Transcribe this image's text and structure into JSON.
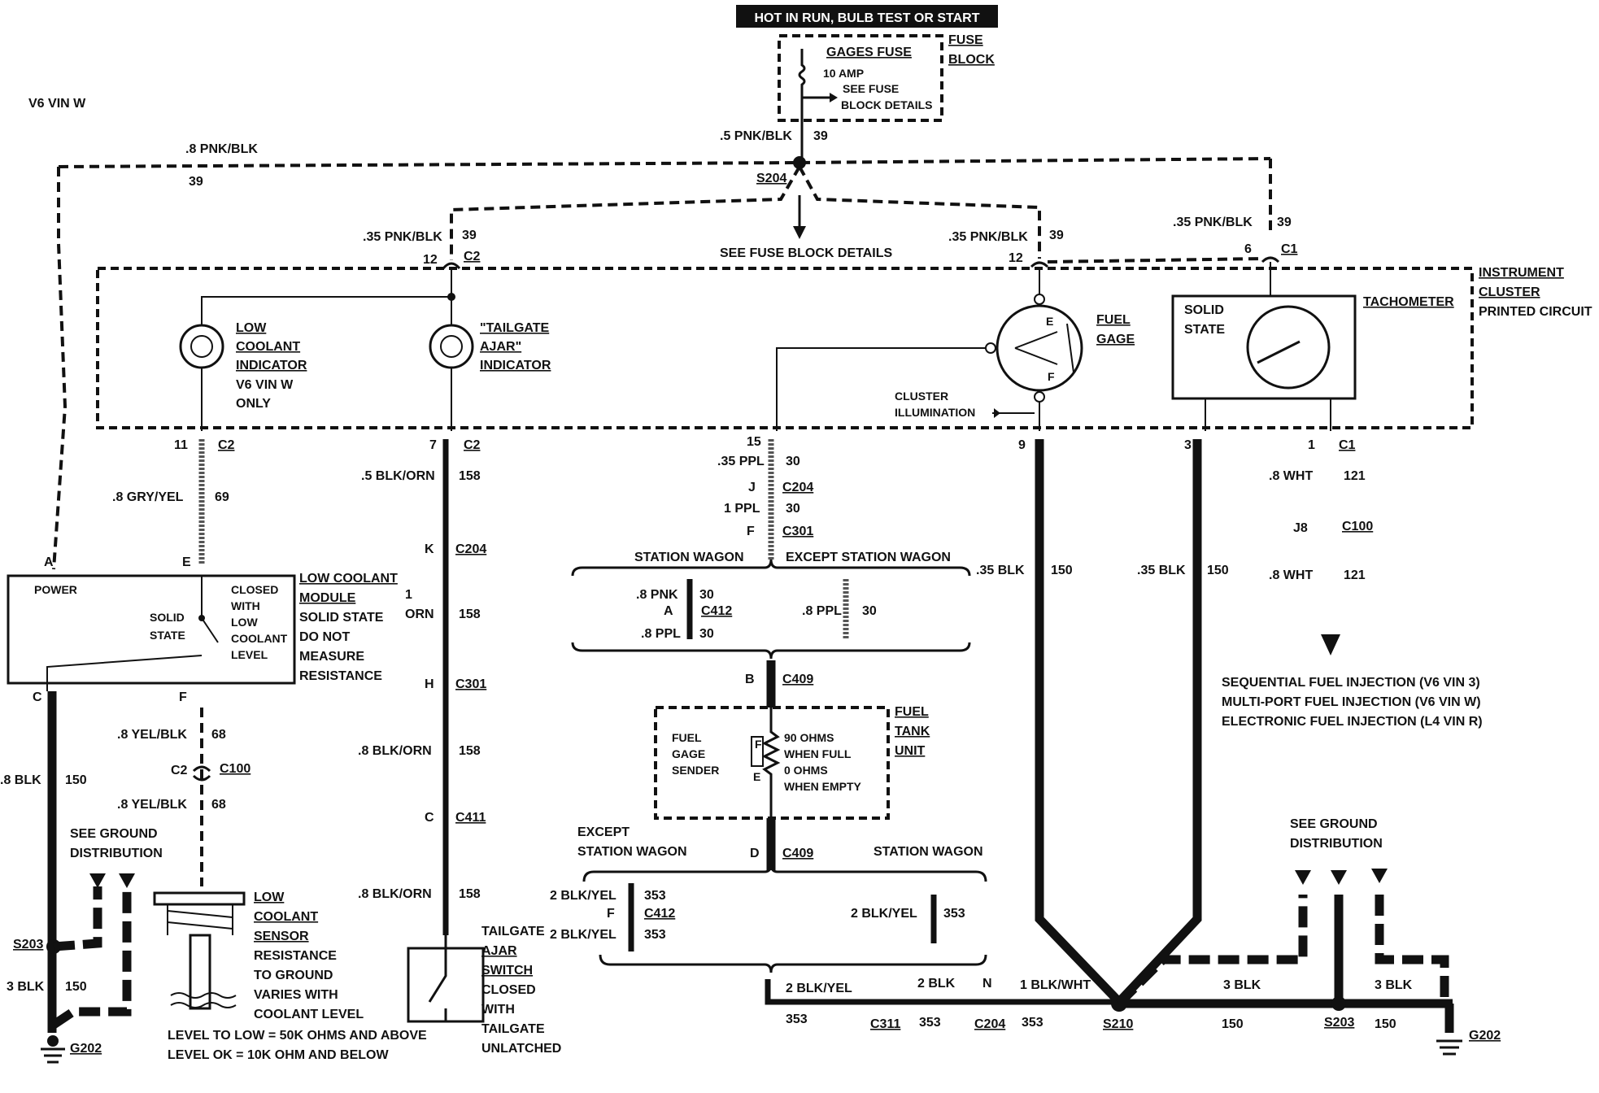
{
  "header": {
    "power_label": "HOT IN RUN, BULB TEST OR START",
    "engine_label": "V6 VIN W"
  },
  "fuse": {
    "name": "GAGES FUSE",
    "rating": "10 AMP",
    "see1": "SEE FUSE",
    "see2": "BLOCK DETAILS",
    "block1": "FUSE",
    "block2": "BLOCK"
  },
  "wires": {
    "w_5pnkblk": ".5 PNK/BLK",
    "w_8pnkblk": ".8 PNK/BLK",
    "w_35pnkblk": ".35 PNK/BLK",
    "c39": "39",
    "w_8gryyel": ".8 GRY/YEL",
    "c69": "69",
    "w_5blkorn": ".5 BLK/ORN",
    "c158": "158",
    "w_35ppl": ".35 PPL",
    "c30": "30",
    "w_1ppl": "1 PPL",
    "w_8wht": ".8 WHT",
    "c121": "121",
    "w_35blk": ".35 BLK",
    "c150": "150",
    "w_1orn": "1",
    "w_orn": "ORN",
    "w_8blkorn": ".8 BLK/ORN",
    "w_8yelblk": ".8 YEL/BLK",
    "c68": "68",
    "w_8blk": ".8 BLK",
    "w_3blk": "3 BLK",
    "w_8pnk": ".8 PNK",
    "w_8ppl": ".8 PPL",
    "w_2blkyel": "2 BLK/YEL",
    "c353": "353",
    "w_2blk": "2 BLK",
    "w_1blkwht": "1 BLK/WHT"
  },
  "splices": {
    "s204": "S204",
    "s203": "S203",
    "s210": "S210",
    "g202": "G202"
  },
  "connectors": {
    "c2": "C2",
    "c1": "C1",
    "c100": "C100",
    "c204": "C204",
    "c301": "C301",
    "c411": "C411",
    "c412": "C412",
    "c409": "C409",
    "c311": "C311",
    "p12": "12",
    "p6": "6",
    "p11": "11",
    "p7": "7",
    "p15": "15",
    "p9": "9",
    "p3": "3",
    "p1": "1",
    "pA": "A",
    "pE": "E",
    "pC": "C",
    "pF": "F",
    "pK": "K",
    "pH": "H",
    "pJ": "J",
    "pB": "B",
    "pD": "D",
    "pN": "N",
    "pJ8": "J8"
  },
  "labels": {
    "see_fuse_block": "SEE FUSE BLOCK DETAILS",
    "cluster1": "INSTRUMENT",
    "cluster2": "CLUSTER",
    "cluster3": "PRINTED CIRCUIT",
    "low_coolant_ind": [
      "LOW",
      "COOLANT",
      "INDICATOR",
      "V6 VIN W",
      "ONLY"
    ],
    "tailgate_ind": [
      "\"TAILGATE",
      "AJAR\"",
      "INDICATOR"
    ],
    "fuel_gage": [
      "FUEL",
      "GAGE"
    ],
    "tach": "TACHOMETER",
    "solid_state": [
      "SOLID",
      "STATE"
    ],
    "cluster_illum": [
      "CLUSTER",
      "ILLUMINATION"
    ],
    "gauge_e": "E",
    "gauge_f": "F",
    "module": [
      "LOW COOLANT",
      "MODULE",
      "SOLID STATE",
      "DO NOT",
      "MEASURE",
      "RESISTANCE"
    ],
    "module_power": "POWER",
    "module_ss": [
      "SOLID",
      "STATE"
    ],
    "module_closed": [
      "CLOSED",
      "WITH",
      "LOW",
      "COOLANT",
      "LEVEL"
    ],
    "see_ground": [
      "SEE GROUND",
      "DISTRIBUTION"
    ],
    "sensor": [
      "LOW",
      "COOLANT",
      "SENSOR",
      "RESISTANCE",
      "TO GROUND",
      "VARIES WITH",
      "COOLANT LEVEL"
    ],
    "level_low": "LEVEL TO LOW = 50K OHMS AND ABOVE",
    "level_ok": "LEVEL OK = 10K OHM  AND BELOW",
    "tailgate_switch": [
      "TAILGATE",
      "AJAR",
      "SWITCH",
      "CLOSED",
      "WITH",
      "TAILGATE",
      "UNLATCHED"
    ],
    "station_wagon": "STATION WAGON",
    "except_station_wagon": "EXCEPT STATION WAGON",
    "except1": "EXCEPT",
    "except2": "STATION WAGON",
    "fuel_tank": [
      "FUEL",
      "TANK",
      "UNIT"
    ],
    "sender": [
      "FUEL",
      "GAGE",
      "SENDER"
    ],
    "sender_spec": [
      "90 OHMS",
      "WHEN FULL",
      "0 OHMS",
      "WHEN EMPTY"
    ],
    "injection": [
      "SEQUENTIAL FUEL INJECTION (V6 VIN 3)",
      "MULTI-PORT FUEL INJECTION (V6 VIN W)",
      "ELECTRONIC FUEL INJECTION (L4 VIN R)"
    ]
  }
}
